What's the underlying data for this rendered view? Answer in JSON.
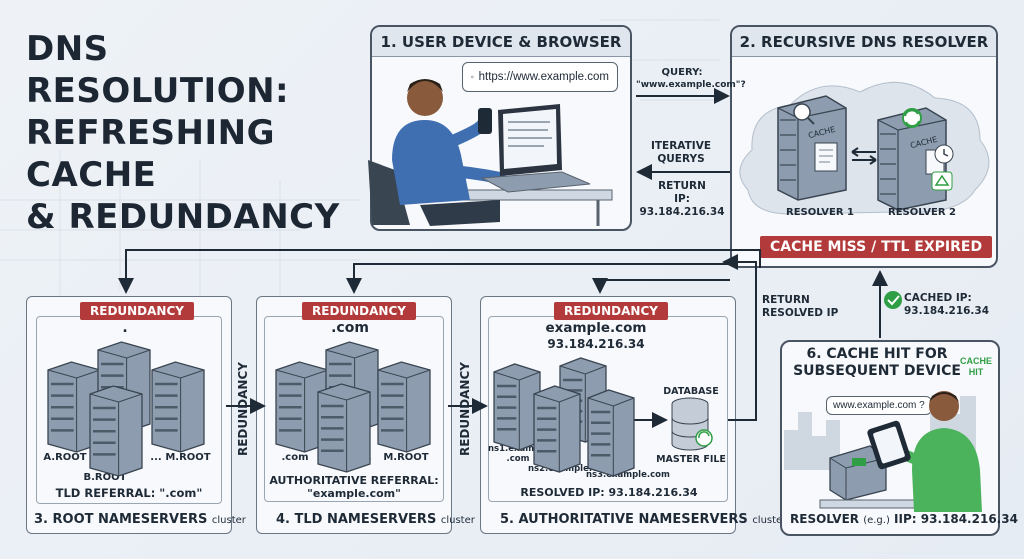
{
  "title": {
    "line1": "DNS RESOLUTION:",
    "line2": "REFRESHING CACHE",
    "line3": "& REDUNDANCY"
  },
  "panel1": {
    "heading": "1. USER DEVICE & BROWSER",
    "url": "https://www.example.com"
  },
  "panel2": {
    "heading": "2. RECURSIVE DNS RESOLVER",
    "resolver1": "RESOLVER 1",
    "resolver2": "RESOLVER 2",
    "cache_label": "CACHE",
    "status": "CACHE MISS / TTL EXPIRED"
  },
  "flow": {
    "query_l1": "QUERY:",
    "query_l2": "\"www.example.com\"?",
    "iterative_l1": "ITERATIVE",
    "iterative_l2": "QUERYS",
    "return_l1": "RETURN",
    "return_l2": "IP: 93.184.216.34",
    "return_resolved_l1": "RETURN",
    "return_resolved_l2": "RESOLVED IP",
    "cached_l1": "CACHED IP:",
    "cached_l2": "93.184.216.34",
    "redundancy_vertical": "REDUNDANCY"
  },
  "root": {
    "badge": "REDUNDANCY",
    "zone": ".",
    "server_a": "A.ROOT",
    "server_b": "B.ROOT",
    "server_dots": "...",
    "server_m": "M.ROOT",
    "referral": "TLD REFERRAL: \".com\"",
    "caption": "3. ROOT NAMESERVERS",
    "caption_suffix": "cluster"
  },
  "tld": {
    "badge": "REDUNDANCY",
    "zone": ".com",
    "server_a": ".com",
    "server_dots": "...",
    "server_m": "M.ROOT",
    "referral_l1": "AUTHORITATIVE REFERRAL:",
    "referral_l2": "\"example.com\"",
    "caption": "4. TLD NAMESERVERS",
    "caption_suffix": "cluster"
  },
  "auth": {
    "badge": "REDUNDANCY",
    "zone": "example.com",
    "zone_ip": "93.184.216.34",
    "ns1_l1": "ns1.example.",
    "ns1_l2": ".com",
    "ns2": "ns2.example.com",
    "ns3": "ns3.example.com",
    "db_label": "DATABASE",
    "db_caption": "MASTER FILE",
    "resolved": "RESOLVED IP: 93.184.216.34",
    "caption": "5. AUTHORITATIVE NAMESERVERS",
    "caption_suffix": "cluster"
  },
  "panel6": {
    "heading_l1": "6. CACHE HIT FOR",
    "heading_l2": "SUBSEQUENT DEVICE",
    "tag_l1": "CACHE",
    "tag_l2": "HIT",
    "bubble": "www.example.com ?",
    "footer_main": "RESOLVER",
    "footer_eg": "(e.g.)",
    "footer_ip": "IIP: 93.184.216.34"
  },
  "colors": {
    "accent_red": "#b33a3a",
    "check_green": "#2f9e44",
    "arrow": "#1f2a37",
    "server_body": "#8d9cae"
  }
}
